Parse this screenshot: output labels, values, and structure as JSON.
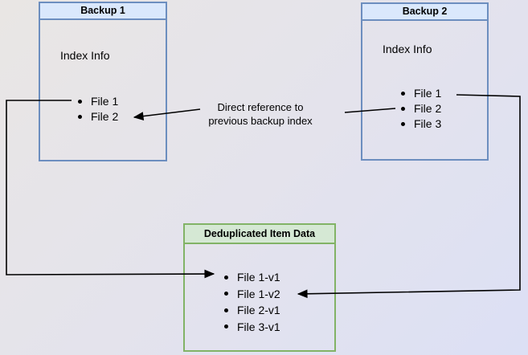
{
  "colors": {
    "blue_fill": "#dae8fc",
    "blue_border": "#6c8ebf",
    "green_fill": "#d5e8d4",
    "green_border": "#82b366",
    "arrow_color": "#000000"
  },
  "backup1": {
    "title": "Backup 1",
    "body_label": "Index Info",
    "items": [
      "File 1",
      "File 2"
    ]
  },
  "backup2": {
    "title": "Backup 2",
    "body_label": "Index Info",
    "items": [
      "File 1",
      "File 2",
      "File 3"
    ]
  },
  "dedup": {
    "title": "Deduplicated Item Data",
    "items": [
      "File 1-v1",
      "File 1-v2",
      "File 2-v1",
      "File 3-v1"
    ]
  },
  "edge_label": {
    "line1": "Direct reference to",
    "line2": "previous backup index"
  }
}
